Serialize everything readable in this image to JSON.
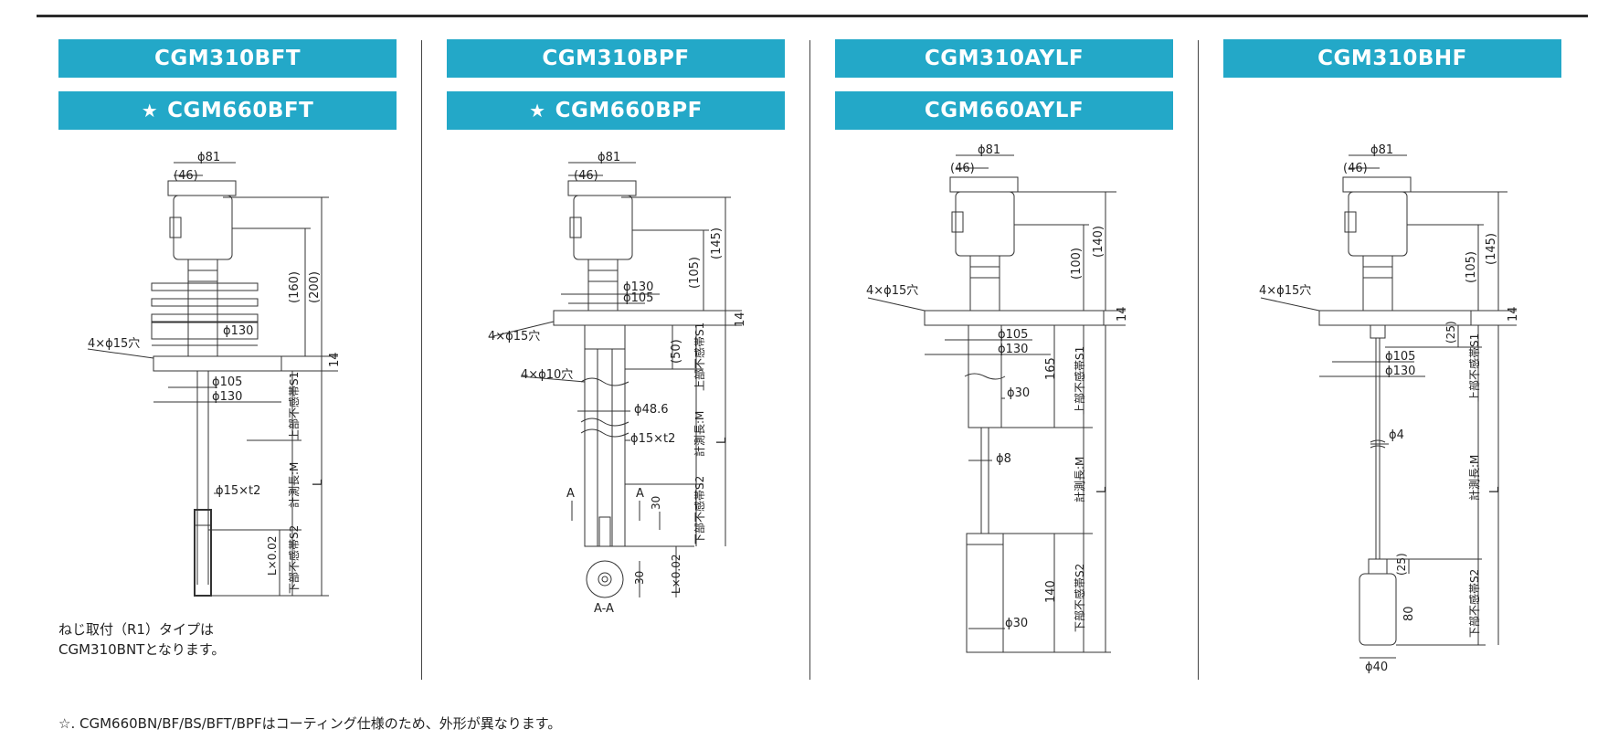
{
  "models": [
    {
      "line1": "CGM310BFT",
      "line2": "CGM660BFT",
      "line2_star": true
    },
    {
      "line1": "CGM310BPF",
      "line2": "CGM660BPF",
      "line2_star": true
    },
    {
      "line1": "CGM310AYLF",
      "line2": "CGM660AYLF",
      "line2_star": false
    },
    {
      "line1": "CGM310BHF",
      "line2": "",
      "line2_star": false
    }
  ],
  "star_glyph": "★",
  "dims": {
    "d1": {
      "phi81": "ϕ81",
      "w46": "(46)",
      "h160": "(160)",
      "h200": "(200)",
      "phi130a": "ϕ130",
      "holes": "4×ϕ15穴",
      "t14": "14",
      "phi105": "ϕ105",
      "phi130b": "ϕ130",
      "s1": "上部不感帯S1",
      "m": "計測長:M",
      "l": "L",
      "rod": "ϕ15×t2",
      "lx": "L×0.02",
      "s2": "下部不感帯S2"
    },
    "d2": {
      "phi81": "ϕ81",
      "w46": "(46)",
      "h105": "(105)",
      "h145": "(145)",
      "phi130": "ϕ130",
      "phi105": "ϕ105",
      "t14": "14",
      "holes15": "4×ϕ15穴",
      "h50": "(50)",
      "s1": "上部不感帯S1",
      "holes10": "4×ϕ10穴",
      "phi486": "ϕ48.6",
      "rod": "ϕ15×t2",
      "m": "計測長:M",
      "l": "L",
      "secA": "A",
      "h30a": "30",
      "s2": "下部不感帯S2",
      "h30b": "30",
      "lx": "L×0.02",
      "aa": "A-A"
    },
    "d3": {
      "phi81": "ϕ81",
      "w46": "(46)",
      "h100": "(100)",
      "h140": "(140)",
      "holes": "4×ϕ15穴",
      "t14": "14",
      "phi105": "ϕ105",
      "phi130": "ϕ130",
      "h165": "165",
      "s1": "上部不感帯S1",
      "phi30a": "ϕ30",
      "phi8": "ϕ8",
      "m": "計測長:M",
      "l": "L",
      "h140b": "140",
      "s2": "下部不感帯S2",
      "phi30b": "ϕ30"
    },
    "d4": {
      "phi81": "ϕ81",
      "w46": "(46)",
      "h105": "(105)",
      "h145": "(145)",
      "holes": "4×ϕ15穴",
      "t14": "14",
      "h25a": "(25)",
      "s1": "上部不感帯S1",
      "phi105": "ϕ105",
      "phi130": "ϕ130",
      "phi4": "ϕ4",
      "m": "計測長:M",
      "l": "L",
      "h25b": "(25)",
      "h80": "80",
      "s2": "下部不感帯S2",
      "phi40": "ϕ40"
    }
  },
  "note_line1": "ねじ取付（R1）タイプは",
  "note_line2": "CGM310BNTとなります。",
  "footnote": "☆. CGM660BN/BF/BS/BFT/BPFはコーティング仕様のため、外形が異なります。",
  "colors": {
    "banner": "#23a8c8",
    "banner_text": "#ffffff",
    "line": "#333333"
  }
}
